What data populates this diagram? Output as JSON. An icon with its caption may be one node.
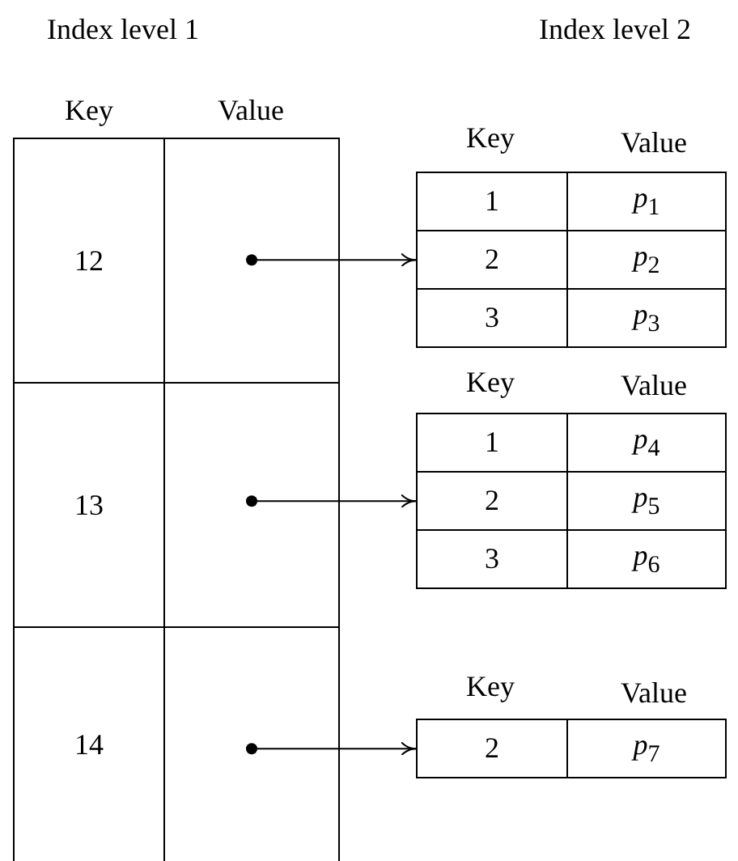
{
  "diagram": {
    "nodes": [
      {
        "text": [
          "12"
        ]
      },
      {
        "text": [],
        "shape": "box"
      },
      {
        "text": [
          "13"
        ]
      },
      {
        "text": [],
        "shape": "box"
      },
      {
        "text": [
          "14"
        ]
      },
      {
        "text": [],
        "shape": "box"
      },
      {
        "text": [
          "1"
        ]
      },
      {
        "text": [
          "*p*$_{1}$"
        ]
      },
      {
        "text": [
          "2"
        ]
      },
      {
        "text": [
          "*p*$_{2}$"
        ]
      },
      {
        "text": [
          "3"
        ]
      },
      {
        "text": [
          "*p*$_{3}$"
        ]
      },
      {
        "text": [
          "1"
        ]
      },
      {
        "text": [
          "*p*$_{4}$"
        ]
      },
      {
        "text": [
          "2"
        ]
      },
      {
        "text": [
          "*p*$_{5}$"
        ]
      },
      {
        "text": [
          "3"
        ]
      },
      {
        "text": [
          "*p*$_{6}$"
        ]
      },
      {
        "text": [
          "2"
        ]
      },
      {
        "text": [
          "*p*$_{7}$"
        ]
      }
    ],
    "edges": [
      {
        "from": 1,
        "to": 8,
        "arrow": "to"
      },
      {
        "from": 3,
        "to": 14,
        "arrow": "to"
      },
      {
        "from": 5,
        "to": 18,
        "arrow": "to"
      }
    ],
    "labels": [
      "Index level 1",
      "Index level 2",
      "Key",
      "Value",
      "Key",
      "Value",
      "Key",
      "Value",
      "Key",
      "Value"
    ]
  }
}
